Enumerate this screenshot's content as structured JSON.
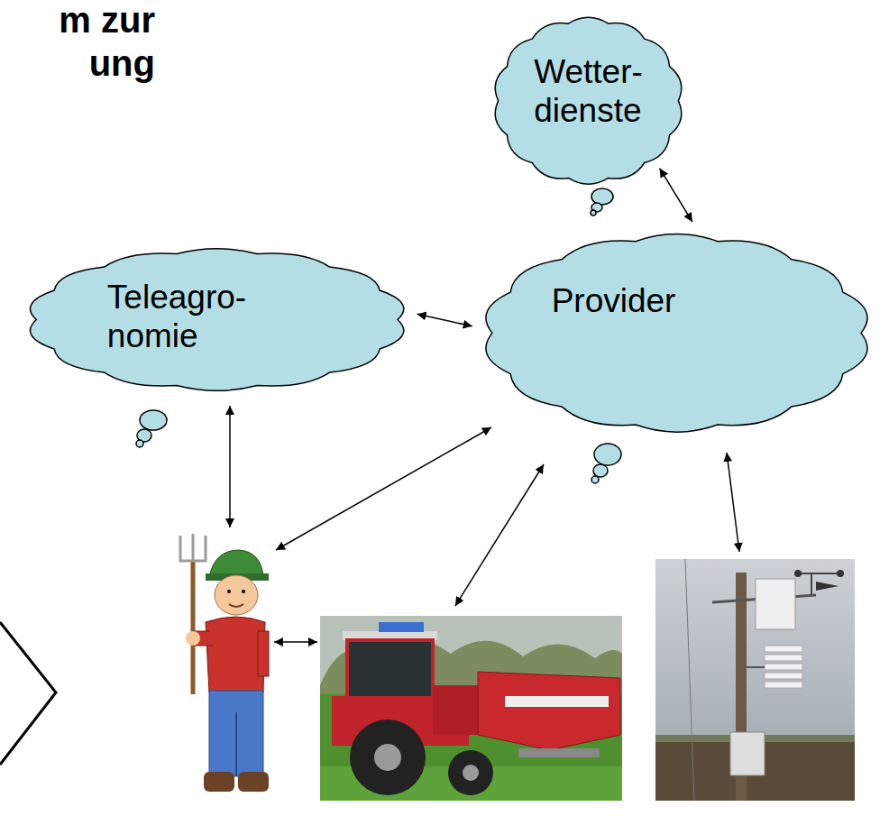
{
  "diagram": {
    "title": "m zur ung",
    "nodes": [
      {
        "text": [
          "Wetter- dienste"
        ]
      },
      {
        "text": [
          "Teleagro- nomie"
        ]
      },
      {
        "text": [
          "Provider"
        ]
      }
    ],
    "edges": [
      {
        "from": 1,
        "to": 2,
        "arrow": "both"
      },
      {
        "from": 0,
        "to": 2,
        "arrow": "both"
      }
    ]
  }
}
